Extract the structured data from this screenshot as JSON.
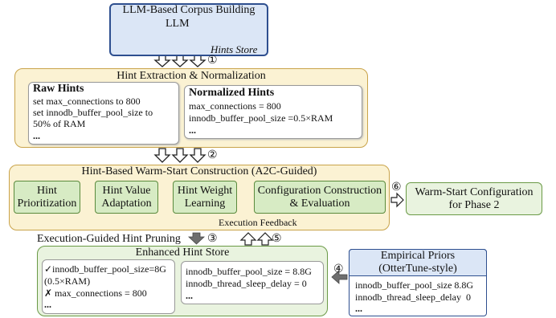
{
  "colors": {
    "blue_fill": "#dbe6f6",
    "blue_border": "#2e4f8f",
    "yellow_fill": "#fbf2d3",
    "yellow_border": "#c9a34a",
    "green_fill": "#e9f3df",
    "green_border": "#6a9a46",
    "stage_fill": "#d7ebc4",
    "arrow_yellow": "#f5cc3c",
    "arrow_gray": "#666666"
  },
  "corpus": {
    "title": "LLM-Based Corpus Building",
    "llm_label": "LLM",
    "store_label": "Hints Store"
  },
  "steps": {
    "s1": "①",
    "s2": "②",
    "s3": "③",
    "s4": "④",
    "s5": "⑤",
    "s6": "⑥"
  },
  "extraction": {
    "title": "Hint Extraction & Normalization",
    "raw": {
      "heading": "Raw Hints",
      "lines": [
        "set max_connections to 800",
        "set innodb_buffer_pool_size to",
        "50% of RAM",
        "..."
      ]
    },
    "normalized": {
      "heading": "Normalized Hints",
      "lines": [
        "max_connections = 800",
        "innodb_buffer_pool_size =0.5×RAM",
        "..."
      ]
    }
  },
  "warmstart": {
    "title": "Hint-Based Warm-Start Construction (A2C-Guided)",
    "stages": [
      {
        "line1": "Hint",
        "line2": "Prioritization"
      },
      {
        "line1": "Hint Value",
        "line2": "Adaptation"
      },
      {
        "line1": "Hint Weight",
        "line2": "Learning"
      },
      {
        "line1": "Configuration Construction",
        "line2": "& Evaluation"
      }
    ],
    "feedback": "Execution Feedback",
    "output": {
      "line1": "Warm-Start Configuration",
      "line2": "for Phase 2"
    }
  },
  "pruning_label": "Execution-Guided Hint Pruning",
  "enhanced": {
    "title": "Enhanced Hint Store",
    "left_lines": [
      "✓innodb_buffer_pool_size=8G",
      "(0.5×RAM)",
      "✗ max_connections = 800",
      "..."
    ],
    "right_lines": [
      "innodb_buffer_pool_size = 8.8G",
      "innodb_thread_sleep_delay = 0",
      "..."
    ]
  },
  "priors": {
    "title": "Empirical Priors",
    "subtitle": "(OtterTune-style)",
    "lines": [
      "innodb_buffer_pool_size 8.8G",
      "innodb_thread_sleep_delay  0",
      "..."
    ]
  }
}
